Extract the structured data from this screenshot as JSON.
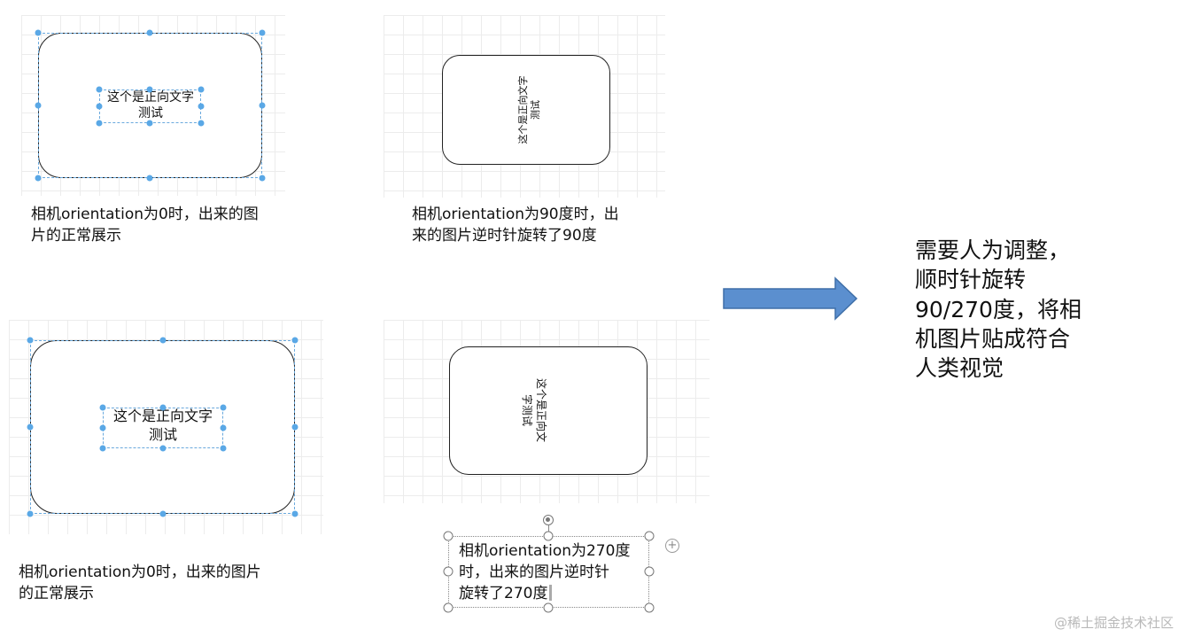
{
  "diagrams": {
    "top_left": {
      "inner_line1": "这个是正向文字",
      "inner_line2": "测试",
      "caption_line1": "相机orientation为0时，出来的图",
      "caption_line2": "片的正常展示"
    },
    "top_right": {
      "inner_line1": "这个是正向文字",
      "inner_line2": "测试",
      "caption_line1": "相机orientation为90度时，出",
      "caption_line2": "来的图片逆时针旋转了90度"
    },
    "bottom_left": {
      "inner_line1": "这个是正向文字",
      "inner_line2": "测试",
      "caption_line1": "相机orientation为0时，出来的图片",
      "caption_line2": "的正常展示"
    },
    "bottom_right": {
      "inner_line1": "这个是正向文",
      "inner_line2": "字测试",
      "caption_line1": "相机orientation为270度",
      "caption_line2": "时，出来的图片逆时针",
      "caption_line3": "旋转了270度"
    }
  },
  "conclusion": {
    "line1": "需要人为调整，",
    "line2": "顺时针旋转",
    "line3": "90/270度，将相",
    "line4": "机图片贴成符合",
    "line5": "人类视觉"
  },
  "watermark": "@稀土掘金技术社区",
  "colors": {
    "arrow_fill": "#5b8fcf",
    "arrow_stroke": "#3f6fa8",
    "selection": "#5aa8e6"
  },
  "icons": {
    "arrow": "right-arrow-icon",
    "rotate": "rotate-icon",
    "add": "plus-circle-icon"
  }
}
